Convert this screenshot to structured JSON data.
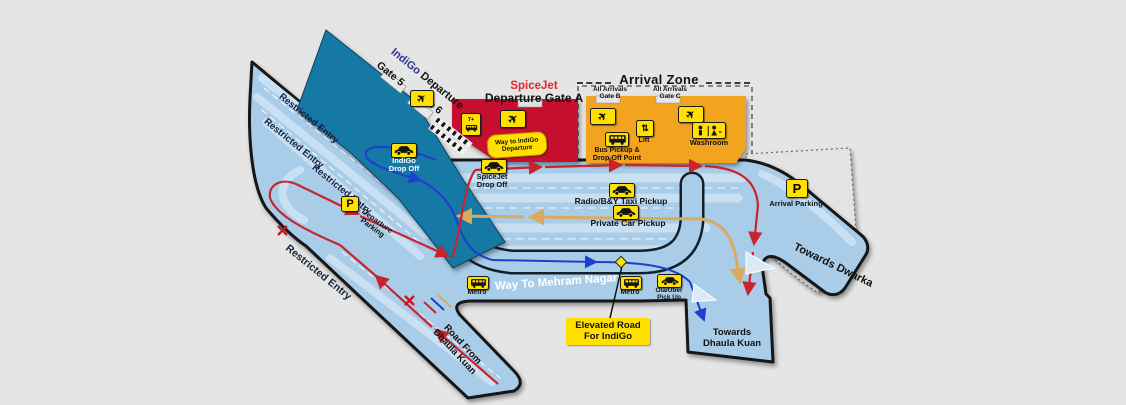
{
  "terminals": {
    "indigo": {
      "brand": "IndiGo",
      "suffix": "Departure",
      "gate5": "Gate 5",
      "gate6": "Gate 6",
      "drop_off": "IndiGo Drop Off"
    },
    "spicejet": {
      "brand": "SpiceJet",
      "gate_title": "Departure Gate A",
      "way_to_indigo": "Way to IndiGo Departure",
      "drop_off": "SpiceJet Drop Off",
      "seven_plus": "7+"
    }
  },
  "arrival_zone": {
    "title": "Arrival Zone",
    "gate_b": "All Arrivals Gate B",
    "gate_c": "All Arrivals Gate C",
    "lift": "Lift",
    "washroom": "Washroom",
    "bus_pickup": "Bus Pickup & Drop-Off Point"
  },
  "pickups": {
    "radio_taxi": "Radio/B&Y Taxi Pickup",
    "private_car": "Private Car Pickup",
    "ola_uber": "Ola/Uber Pick Up",
    "metro": "Metro"
  },
  "parking": {
    "p": "P",
    "departure": "Departure Parking",
    "arrival": "Arrival Parking"
  },
  "roads": {
    "restricted_entry": "Restricted Entry",
    "way_to_mehram_nagar": "Way To Mehram Nagar",
    "towards_dwarka": "Towards Dwarka",
    "towards_dhaula_kuan": "Towards Dhaula Kuan",
    "road_from_dhaula_kuan": "Road From Dhaula Kuan",
    "elevated_road": "Elevated Road For IndiGo"
  },
  "icons": {
    "plane": "✈",
    "lift_arrows": "⇅"
  },
  "colors": {
    "background": "#e4e5e4",
    "indigo_terminal_teal": "#1578a5",
    "spicejet_red": "#c60f2e",
    "arrival_orange": "#f3a41f",
    "road_blue": "#a9cde9",
    "icon_yellow": "#ffe000",
    "route_red": "#c8242e",
    "route_blue": "#1d3fd0",
    "route_tan": "#d8ab60",
    "indigo_brand_blue": "#30368f"
  }
}
